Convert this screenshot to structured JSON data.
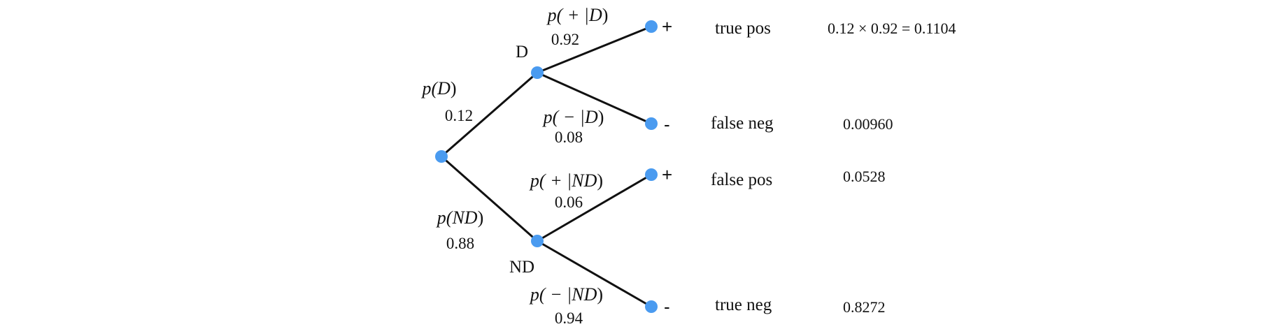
{
  "colors": {
    "node": "#4A9BF0",
    "edge": "#111111",
    "text": "#111111"
  },
  "nodes": {
    "d_label": "D",
    "nd_label": "ND"
  },
  "branches": {
    "p_d": {
      "pre": "p(",
      "var": "D",
      "post": ")",
      "value": "0.12"
    },
    "p_nd": {
      "pre": "p(",
      "var": "ND",
      "post": ")",
      "value": "0.88"
    },
    "p_pos_d": {
      "pre": "p( + |",
      "var": "D",
      "post": ")",
      "value": "0.92"
    },
    "p_neg_d": {
      "pre": "p( − |",
      "var": "D",
      "post": ")",
      "value": "0.08"
    },
    "p_pos_nd": {
      "pre": "p( + |",
      "var": "ND",
      "post": ")",
      "value": "0.06"
    },
    "p_neg_nd": {
      "pre": "p( − |",
      "var": "ND",
      "post": ")",
      "value": "0.94"
    }
  },
  "outcomes": [
    {
      "sign": "+",
      "label": "true pos",
      "value": "0.12 × 0.92 = 0.1104"
    },
    {
      "sign": "-",
      "label": "false neg",
      "value": "0.00960"
    },
    {
      "sign": "+",
      "label": "false pos",
      "value": "0.0528"
    },
    {
      "sign": "-",
      "label": "true neg",
      "value": "0.8272"
    }
  ]
}
